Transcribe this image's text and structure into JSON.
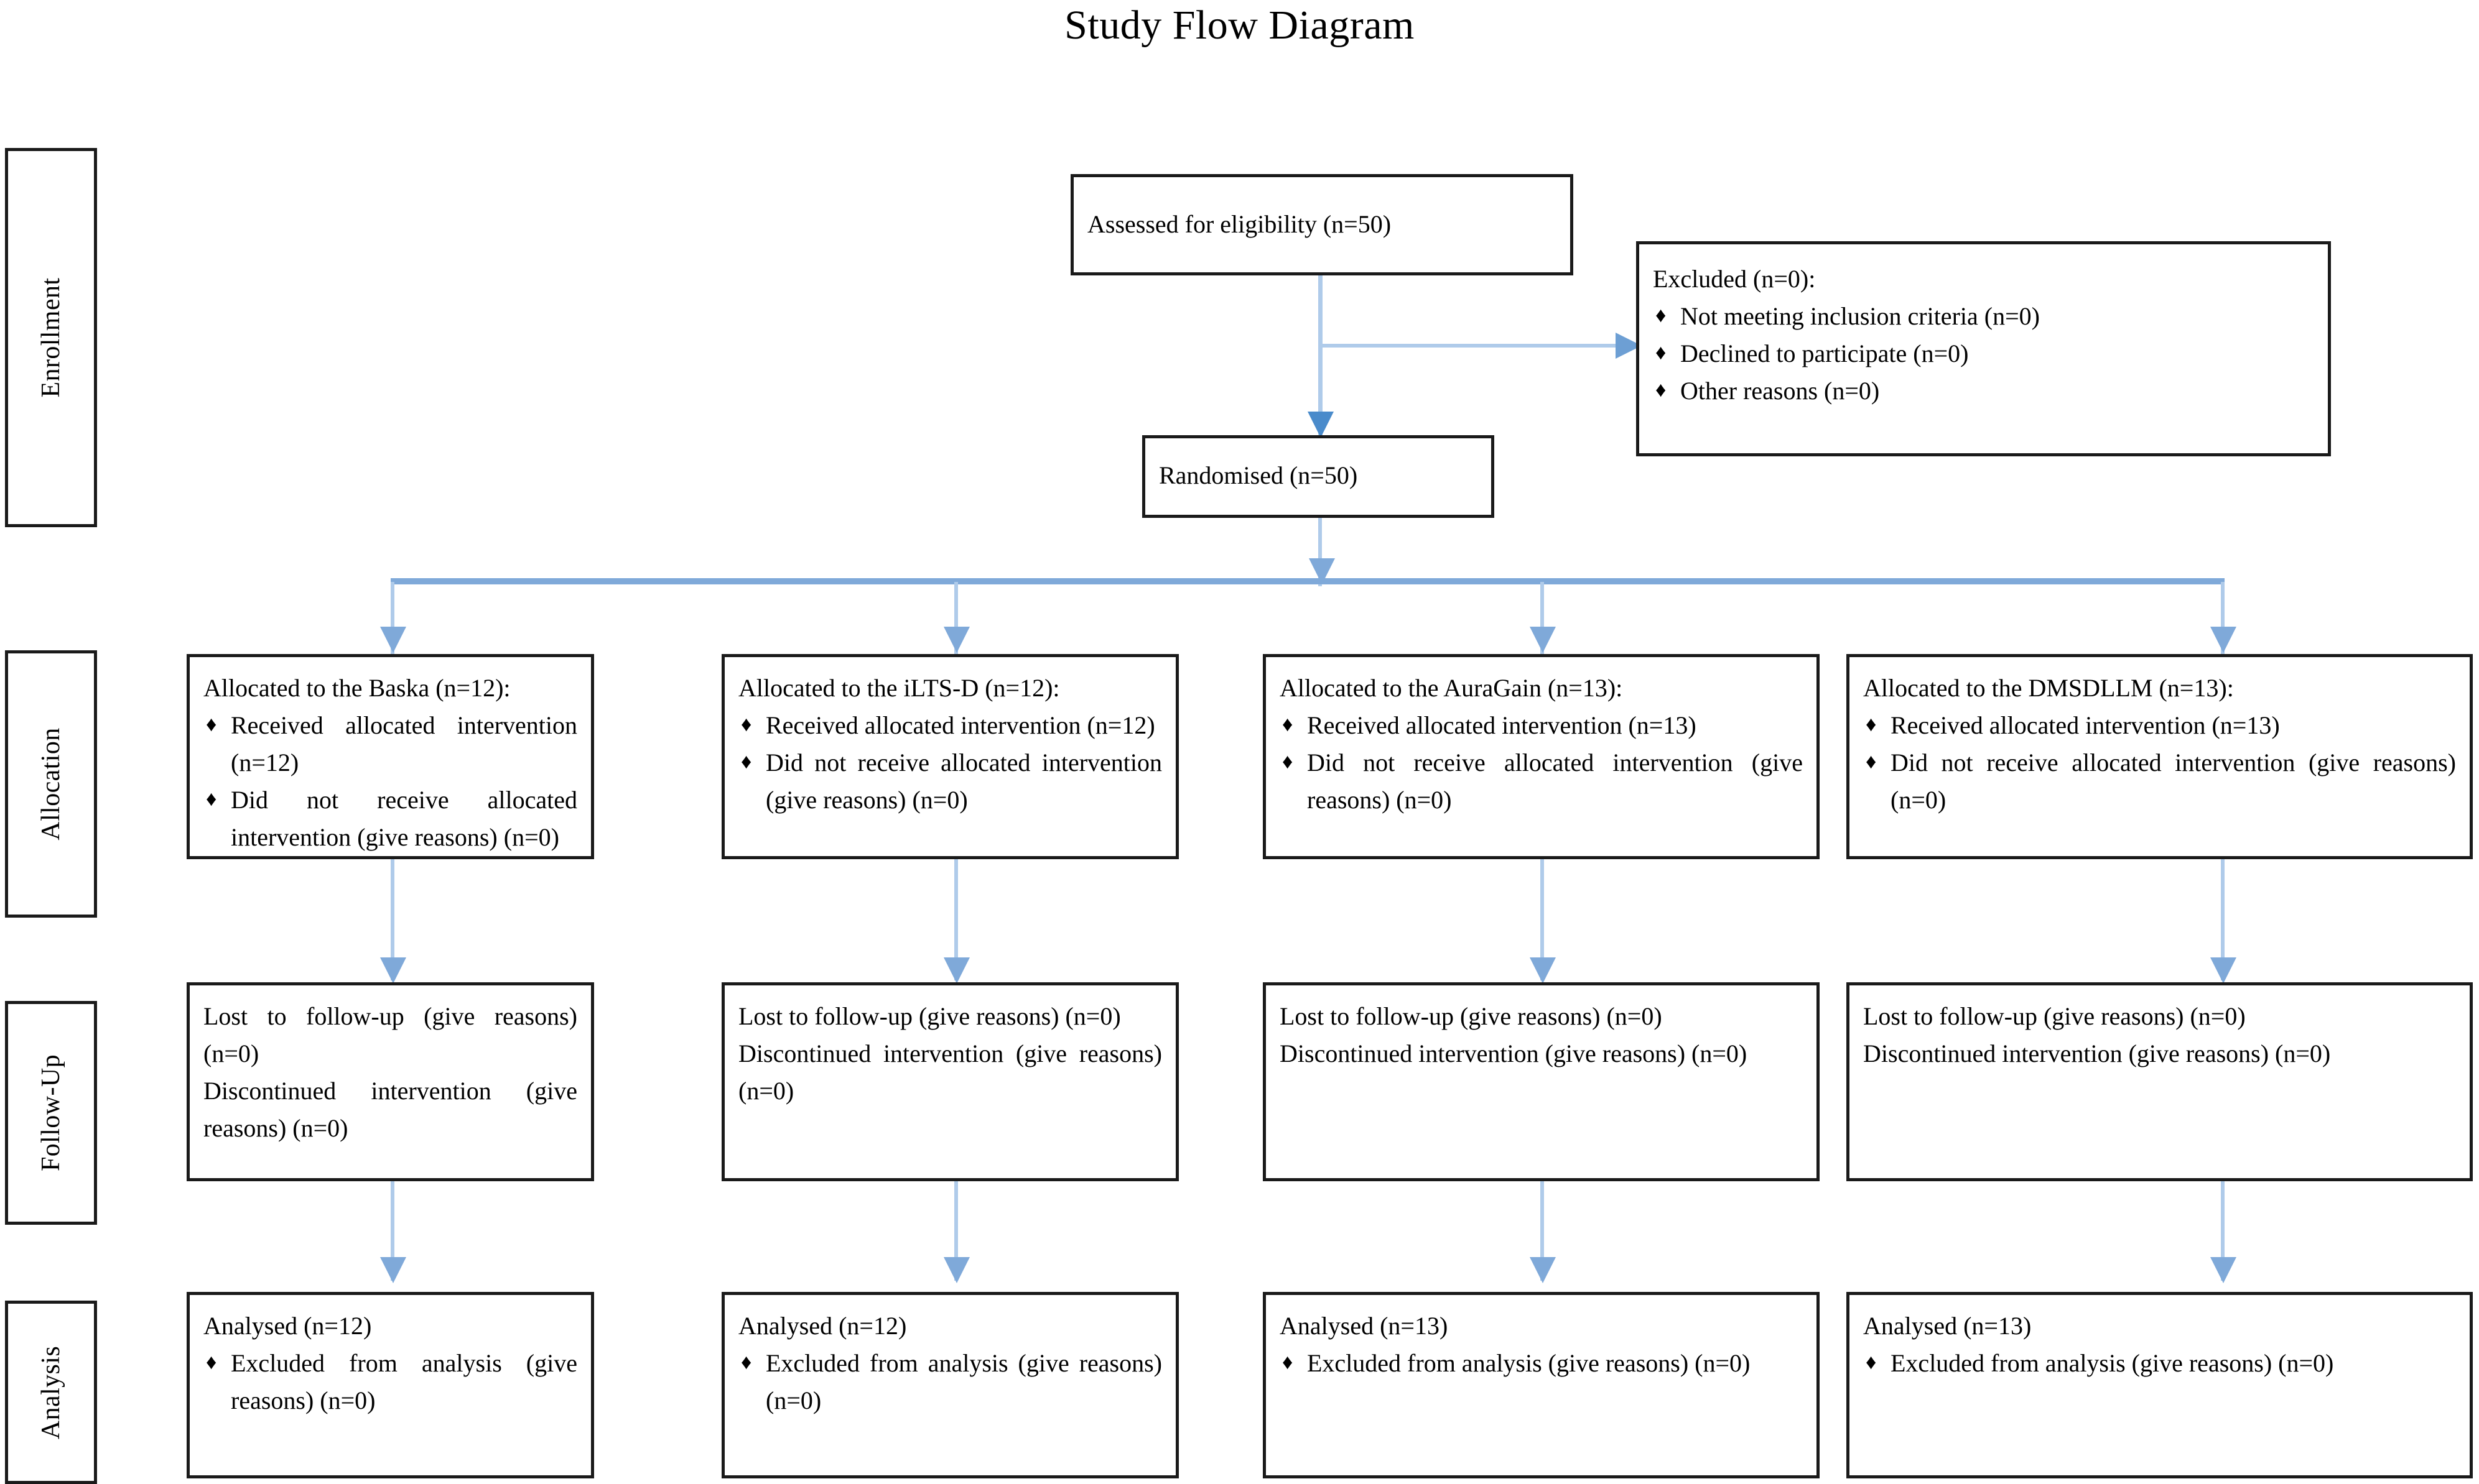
{
  "title": "Study Flow Diagram",
  "stages": [
    {
      "label": "Enrollment"
    },
    {
      "label": "Allocation"
    },
    {
      "label": "Follow-Up"
    },
    {
      "label": "Analysis"
    }
  ],
  "enrollment": {
    "assessed": {
      "line1": "Assessed for eligibility (n=50)"
    },
    "excluded": {
      "heading": "Excluded (n=0):",
      "bullets": [
        "Not meeting inclusion criteria (n=0)",
        "Declined to participate (n=0)",
        "Other reasons (n=0)"
      ]
    },
    "randomised": {
      "line1": "Randomised (n=50)"
    }
  },
  "allocation": [
    {
      "heading": "Allocated to the Baska (n=12):",
      "bullets": [
        "Received allocated intervention (n=12)",
        "Did not receive allocated intervention (give reasons) (n=0)"
      ]
    },
    {
      "heading": "Allocated to the iLTS-D (n=12):",
      "bullets": [
        "Received allocated intervention (n=12)",
        "Did not receive allocated intervention (give reasons) (n=0)"
      ]
    },
    {
      "heading": "Allocated to the AuraGain (n=13):",
      "bullets": [
        "Received allocated intervention (n=13)",
        "Did not receive allocated intervention (give reasons) (n=0)"
      ]
    },
    {
      "heading": "Allocated to the DMSDLLM (n=13):",
      "bullets": [
        "Received allocated intervention (n=13)",
        "Did not receive allocated intervention (give reasons) (n=0)"
      ]
    }
  ],
  "followup": [
    {
      "line1": "Lost to follow-up (give reasons) (n=0)",
      "line2": "Discontinued intervention (give reasons) (n=0)"
    },
    {
      "line1": "Lost to follow-up (give reasons) (n=0)",
      "line2": "Discontinued intervention (give reasons) (n=0)"
    },
    {
      "line1": "Lost to follow-up (give reasons) (n=0)",
      "line2": "Discontinued intervention (give reasons) (n=0)"
    },
    {
      "line1": "Lost to follow-up (give reasons) (n=0)",
      "line2": "Discontinued intervention (give reasons) (n=0)"
    }
  ],
  "analysis": [
    {
      "heading": "Analysed (n=12)",
      "bullets": [
        "Excluded from analysis (give reasons) (n=0)"
      ]
    },
    {
      "heading": "Analysed (n=12)",
      "bullets": [
        "Excluded from analysis (give reasons) (n=0)"
      ]
    },
    {
      "heading": "Analysed (n=13)",
      "bullets": [
        "Excluded from analysis (give reasons) (n=0)"
      ]
    },
    {
      "heading": "Analysed (n=13)",
      "bullets": [
        "Excluded from analysis (give reasons) (n=0)"
      ]
    }
  ],
  "glyphs": {
    "diamond_bullet": "♦"
  },
  "colors": {
    "arrow": "#7FA9D9",
    "arrow_head": "#4A8BCB",
    "arrow_light": "#AFCBEA",
    "box_border": "#1a1a1a",
    "text": "#000000",
    "background": "#ffffff"
  }
}
